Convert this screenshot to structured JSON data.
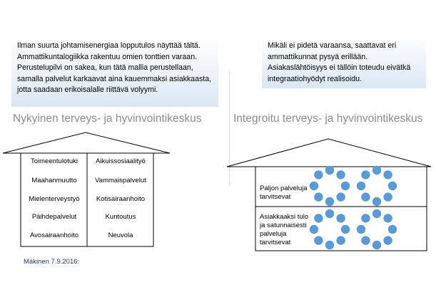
{
  "left_panel": {
    "callout": "Ilman suurta johtamisenergiaa lopputulos näyttää tältä. Ammattikuntalogiikka rakentuu omien tonttien varaan. Perustelupilvi on sakea, kun tätä mallia perustellaan, samalla palvelut karkaavat aina kauemmaksi asiakkaasta, jotta saadaan erikoisalalle riittävä volyymi.",
    "title": "Nykyinen terveys- ja hyvinvointikeskus",
    "services": [
      [
        "Toimeentulotuki",
        "Aikuissosiaalityö"
      ],
      [
        "Maahanmuutto",
        "Vammaispalvelut"
      ],
      [
        "Mielenterveystyö",
        "Kotisairaanhoito"
      ],
      [
        "Päihdepalvelut",
        "Kuntoutus"
      ],
      [
        "Avosairaanhoito",
        "Neuvola"
      ]
    ]
  },
  "right_panel": {
    "callout": "Mikäli ei pidetä varaansa, saattavat eri ammattikunnat pysyä erillään. Asiakaslähtöisyys ei tällöin toteudu eivätkä integraatiohyödyt realisoidu.",
    "title": "Integroitu terveys- ja hyvinvointikeskus",
    "rows": [
      {
        "label": "Paljon palveluja tarvitsevat"
      },
      {
        "label": "Asiakkaaksi tulo ja satunnaisesti palveluja tarvitsevat"
      }
    ]
  },
  "footer": "Mäkinen 7.9.2016:",
  "colors": {
    "circle": "#5b9bd5",
    "callout_bottom": "#dbe7f5",
    "title": "#8c8c8c",
    "footer": "#1f3a7a"
  }
}
